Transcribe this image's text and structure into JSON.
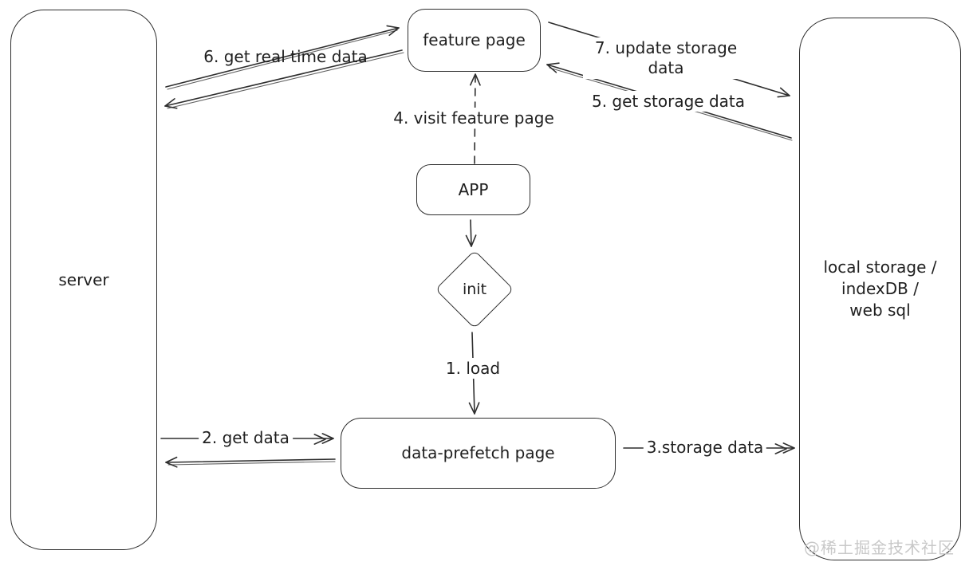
{
  "diagram": {
    "nodes": {
      "server": {
        "label": "server"
      },
      "feature_page": {
        "label": "feature page"
      },
      "app": {
        "label": "APP"
      },
      "init": {
        "label": "init"
      },
      "data_prefetch_page": {
        "label": "data-prefetch page"
      },
      "local_storage": {
        "lines": [
          "local storage /",
          "indexDB /",
          "web sql"
        ]
      }
    },
    "edge_labels": {
      "load": "1. load",
      "get_data": "2. get data",
      "storage_data": "3.storage data",
      "visit_feature_page": "4. visit feature page",
      "get_storage_data": "5. get storage data",
      "get_real_time_data": "6. get real time data",
      "update_storage_data": "7. update storage data"
    },
    "watermark": "@稀土掘金技术社区",
    "colors": {
      "stroke": "#2e2e2e",
      "background": "#ffffff",
      "text": "#1f1f1f",
      "watermark": "#c8c8c8"
    }
  }
}
